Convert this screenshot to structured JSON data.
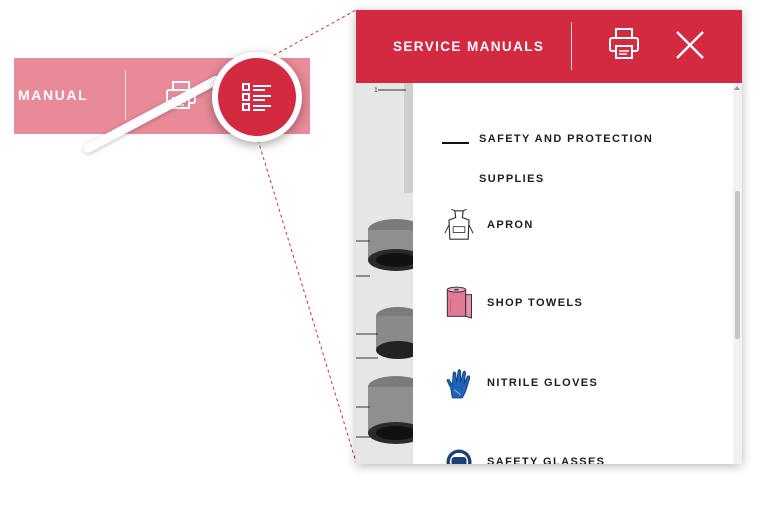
{
  "background_toolbar": {
    "title": "MANUAL",
    "print_icon": "printer-icon"
  },
  "magnifier": {
    "icon": "list-checklist-icon"
  },
  "panel": {
    "header": {
      "title": "SERVICE MANUALS",
      "print_icon": "printer-icon",
      "close_icon": "close-icon"
    },
    "section": {
      "label": "SAFETY AND PROTECTION SUPPLIES"
    },
    "items": [
      {
        "label": "APRON",
        "icon": "apron-icon"
      },
      {
        "label": "SHOP TOWELS",
        "icon": "paper-towel-roll-icon"
      },
      {
        "label": "NITRILE GLOVES",
        "icon": "nitrile-glove-icon"
      },
      {
        "label": "SAFETY GLASSES",
        "icon": "safety-glasses-icon"
      }
    ]
  },
  "colors": {
    "brand_red": "#d42a41",
    "faded_red": "#e88a98",
    "towel_pink": "#e07a97",
    "glove_blue": "#1f63b5",
    "glasses_navy": "#1a3f7a"
  }
}
